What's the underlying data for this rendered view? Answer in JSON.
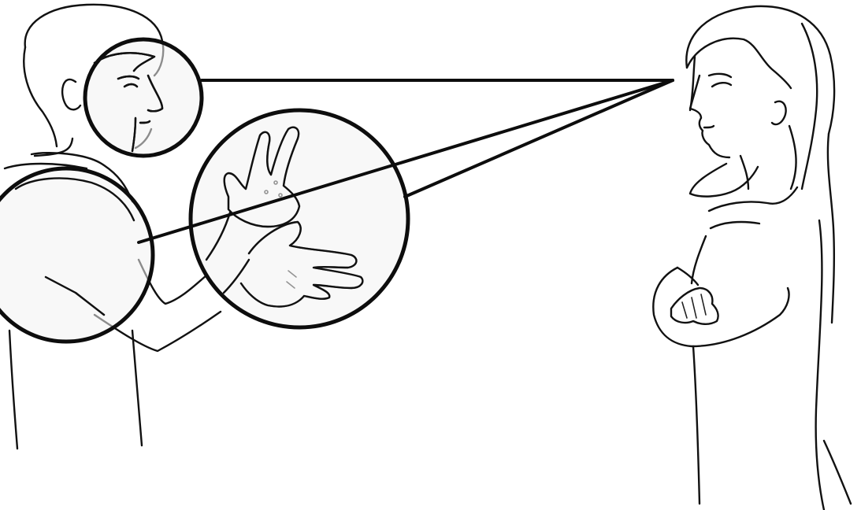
{
  "illustration": {
    "scene": "signer-and-observer",
    "ink_color": "#111111",
    "background_color": "#ffffff",
    "highlight_fill": "#f3f3f3",
    "figures": [
      "signing-man",
      "observing-woman"
    ],
    "focus_regions": [
      "face",
      "hands",
      "body"
    ]
  }
}
